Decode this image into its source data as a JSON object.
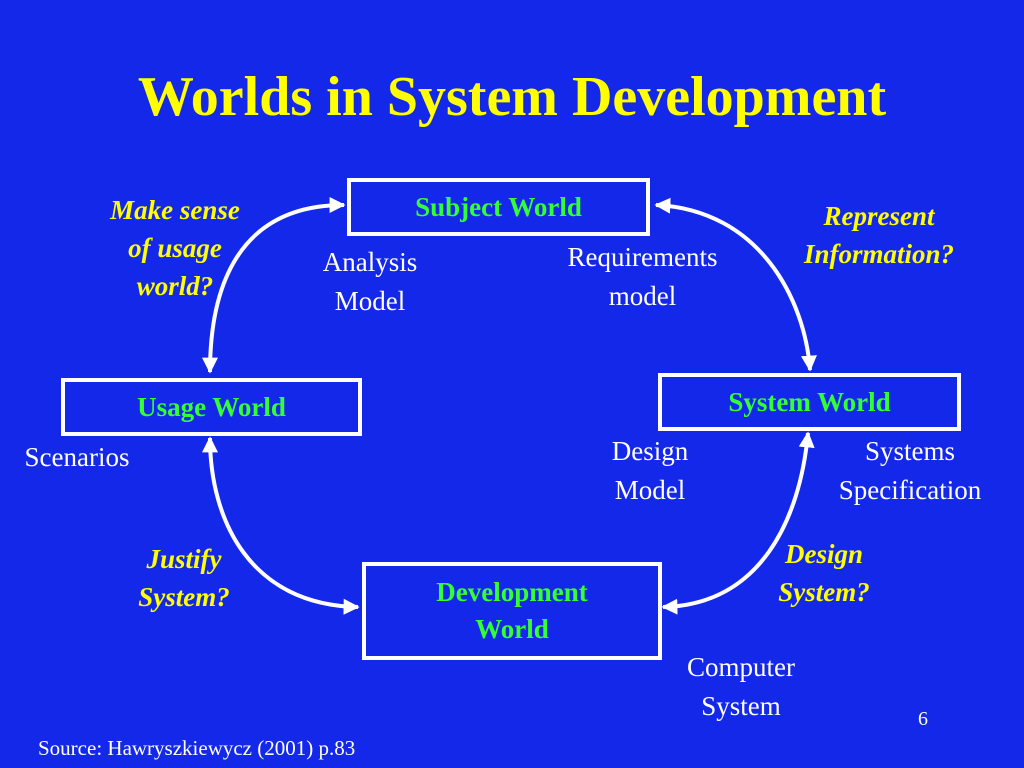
{
  "title": "Worlds in System Development",
  "worlds": {
    "subject": "Subject World",
    "usage": "Usage World",
    "system": "System World",
    "development": "Development\nWorld"
  },
  "models": {
    "analysis": "Analysis\nModel",
    "requirements": "Requirements\nmodel",
    "scenarios": "Scenarios",
    "design": "Design\nModel",
    "systems_spec": "Systems\nSpecification",
    "computer": "Computer\nSystem"
  },
  "questions": {
    "make_sense": "Make sense\nof usage\nworld?",
    "represent": "Represent\nInformation?",
    "justify": "Justify\nSystem?",
    "design_system": "Design\nSystem?"
  },
  "source": "Source: Hawryszkiewycz (2001) p.83",
  "page_number": "6",
  "colors": {
    "background": "#1428ea",
    "title": "#ffff00",
    "box_text": "#33ff33",
    "border": "#ffffff",
    "questions": "#ffff00"
  }
}
